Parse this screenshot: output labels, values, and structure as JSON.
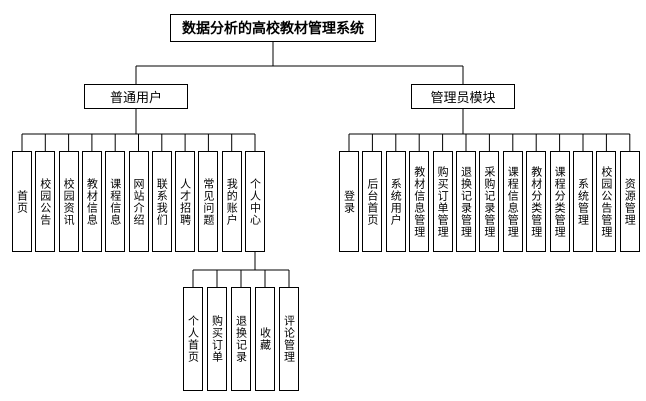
{
  "title": "数据分析的高校教材管理系统",
  "user_group": {
    "label": "普通用户",
    "items": [
      "首页",
      "校园公告",
      "校园资讯",
      "教材信息",
      "课程信息",
      "网站介绍",
      "联系我们",
      "人才招聘",
      "常见问题",
      "我的账户",
      "个人中心"
    ],
    "personal_center": {
      "items": [
        "个人首页",
        "购买订单",
        "退换记录",
        "收藏",
        "评论管理"
      ]
    }
  },
  "admin_group": {
    "label": "管理员模块",
    "items": [
      "登录",
      "后台首页",
      "系统用户",
      "教材信息管理",
      "购买订单管理",
      "退换记录管理",
      "采购记录管理",
      "课程信息管理",
      "教材分类管理",
      "课程分类管理",
      "系统管理",
      "校园公告管理",
      "资源管理"
    ]
  }
}
